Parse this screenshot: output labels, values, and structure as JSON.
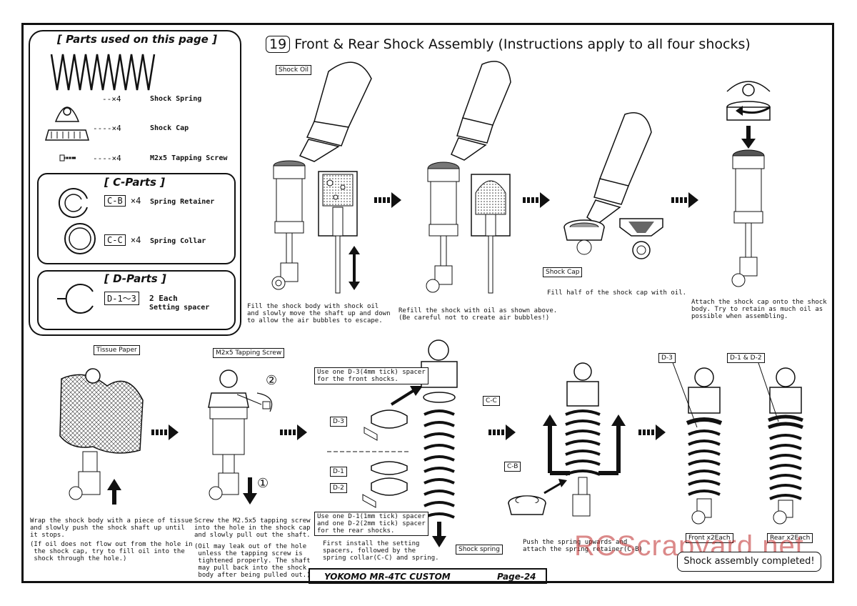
{
  "title": {
    "number": "19",
    "text": "Front & Rear Shock Assembly (Instructions apply to all four shocks)"
  },
  "parts": {
    "header": "[ Parts used on this page ]",
    "items": [
      {
        "qty": "--×4",
        "name": "Shock Spring"
      },
      {
        "qty": "----×4",
        "name": "Shock Cap"
      },
      {
        "qty": "----×4",
        "name": "M2x5 Tapping Screw"
      }
    ],
    "c_title": "[ C-Parts ]",
    "c_items": [
      {
        "code": "C-B",
        "qty": "×4",
        "name": "Spring Retainer"
      },
      {
        "code": "C-C",
        "qty": "×4",
        "name": "Spring Collar"
      }
    ],
    "d_title": "[ D-Parts ]",
    "d_items": [
      {
        "code": "D-1～3",
        "qty": "2 Each",
        "name": "Setting spacer"
      }
    ]
  },
  "labels": {
    "shock_oil": "Shock Oil",
    "shock_cap": "Shock Cap",
    "tissue_paper": "Tissue Paper",
    "tapping_screw": "M2x5 Tapping Screw",
    "cc": "C-C",
    "cb": "C-B",
    "d3": "D-3",
    "d1": "D-1",
    "d2": "D-2",
    "d3b": "D-3",
    "d1d2": "D-1 & D-2",
    "shock_spring": "Shock spring",
    "front_each": "Front x2Each",
    "rear_each": "Rear x2Each",
    "circle1": "①",
    "circle2": "②",
    "note_front": "Use one D-3(4mm tick) spacer\nfor the front shocks.",
    "note_rear": "Use one D-1(1mm tick) spacer\nand one D-2(2mm tick) spacer\nfor the rear shocks."
  },
  "captions": {
    "c1": "Fill the shock body with shock oil\nand slowly move the shaft up and down\nto allow the air bubbles to escape.",
    "c2": "Refill the shock with oil as shown above.\n(Be careful not to create air bubbles!)",
    "c3": "Fill half of the shock cap with oil.",
    "c4": "Attach the shock cap onto the shock\nbody. Try to retain as much oil as\npossible when assembling.",
    "c5": "Wrap the shock body with a piece of tissue\nand slowly push the shock shaft up until\nit stops.",
    "c5b": "(If oil does not flow out from the hole in\n the shock cap, try to fill oil into the\n shock through the hole.)",
    "c6": "Screw the M2.5x5 tapping screw\ninto the hole in the shock cap\nand slowly pull out the shaft.",
    "c6b": "(Oil may leak out of the hole\n unless the tapping screw is\n tightened properly. The shaft\n may pull back into the shock\n body after being pulled out.)",
    "c7": "First install the setting\nspacers, followed by the\nspring collar(C-C) and spring.",
    "c8": "Push the spring upwards and\nattach the spring retainer(C-B)"
  },
  "footer": {
    "model": "YOKOMO MR-4TC CUSTOM",
    "page": "Page-24"
  },
  "completed": "Shock assembly completed!",
  "watermark": "RCScrapyard.net"
}
